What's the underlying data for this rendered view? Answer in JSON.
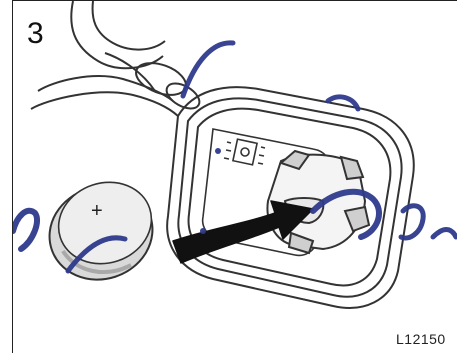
{
  "step_number": "3",
  "figure_code": "L12150",
  "illustration": {
    "battery_symbol": "+",
    "subject": "key-fob-battery-replacement"
  },
  "colors": {
    "outline": "#333333",
    "watermark": "#2e3a8c",
    "arrow_fill": "#111111",
    "battery_fill": "#e6e6e6"
  }
}
